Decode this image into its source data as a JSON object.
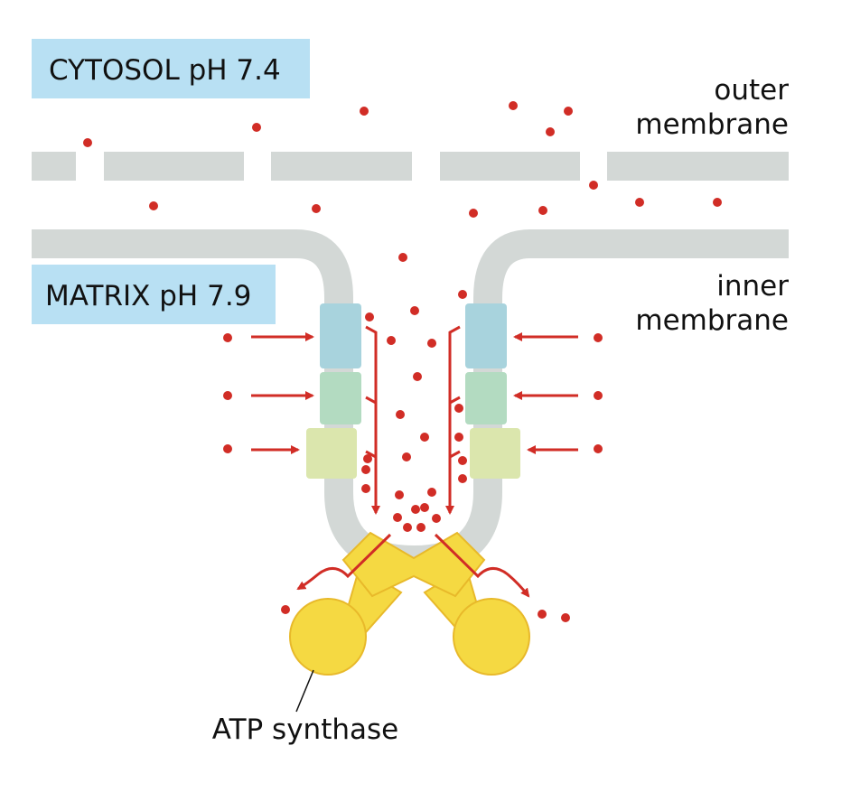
{
  "labels": {
    "cytosol": "CYTOSOL pH 7.4",
    "matrix": "MATRIX pH 7.9",
    "outer_membrane": [
      "outer",
      "membrane"
    ],
    "inner_membrane": [
      "inner",
      "membrane"
    ],
    "atp_synthase": "ATP synthase"
  },
  "colors": {
    "membrane": "#d3d8d6",
    "label_box": "#b8e0f3",
    "proton": "#d12d26",
    "arrow": "#d12d26",
    "atp_synthase": "#f5d942",
    "atp_synthase_stroke": "#e8b92a",
    "complex_1": "#a8d3dd",
    "complex_2": "#b3dbc1",
    "complex_3": "#dbe6ad"
  }
}
